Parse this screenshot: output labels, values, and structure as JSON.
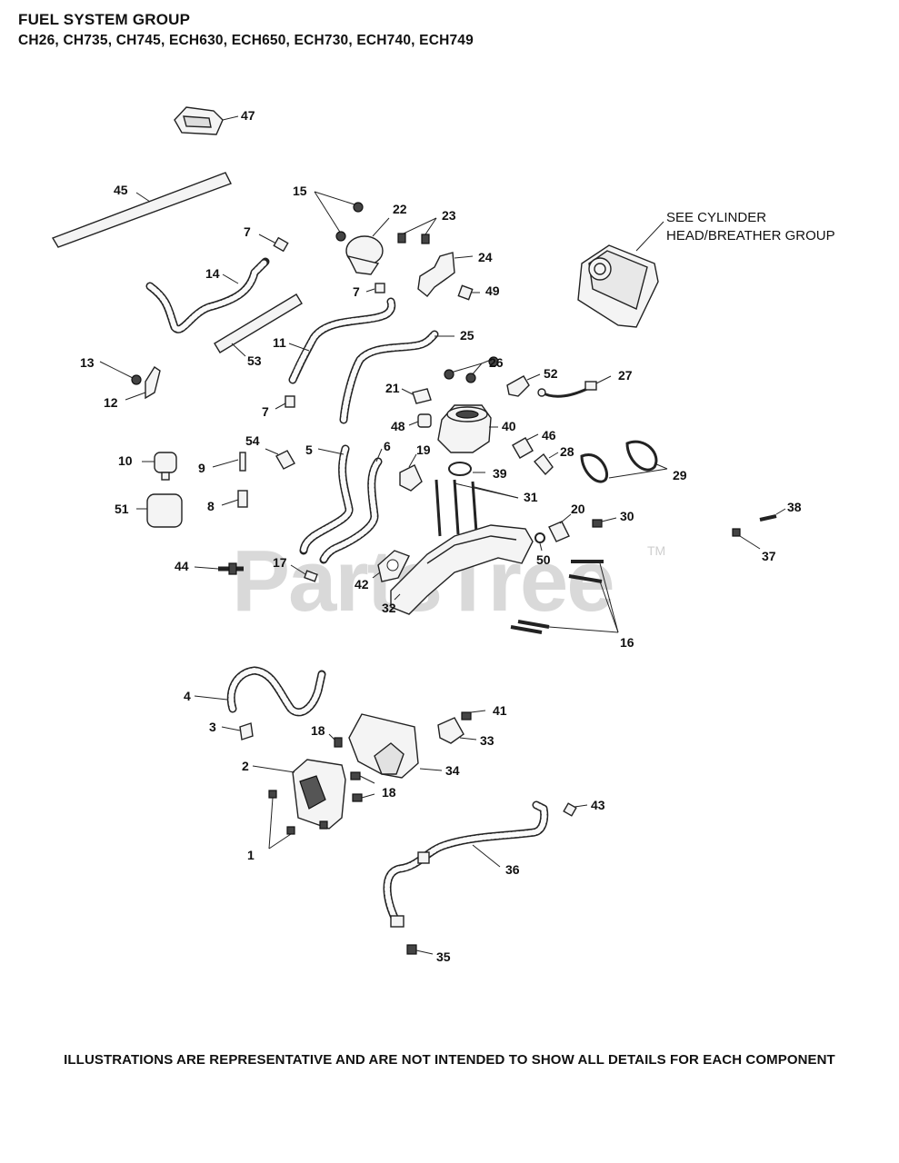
{
  "header": {
    "title": "FUEL SYSTEM GROUP",
    "models": "CH26, CH735, CH745, ECH630,  ECH650,  ECH730, ECH740, ECH749"
  },
  "reference_note": {
    "line1": "SEE CYLINDER",
    "line2": "HEAD/BREATHER GROUP"
  },
  "watermark": {
    "text": "PartsTree",
    "trademark": "TM"
  },
  "footer": "ILLUSTRATIONS ARE REPRESENTATIVE AND ARE NOT INTENDED TO SHOW ALL DETAILS FOR EACH COMPONENT",
  "callouts": [
    "47",
    "45",
    "15",
    "22",
    "23",
    "7",
    "14",
    "24",
    "7",
    "49",
    "11",
    "53",
    "25",
    "13",
    "12",
    "26",
    "52",
    "27",
    "21",
    "7",
    "48",
    "40",
    "46",
    "28",
    "29",
    "10",
    "54",
    "5",
    "6",
    "19",
    "39",
    "9",
    "31",
    "51",
    "8",
    "20",
    "30",
    "38",
    "44",
    "17",
    "50",
    "42",
    "37",
    "32",
    "16",
    "4",
    "41",
    "3",
    "18",
    "33",
    "2",
    "34",
    "18",
    "43",
    "1",
    "36",
    "35"
  ]
}
